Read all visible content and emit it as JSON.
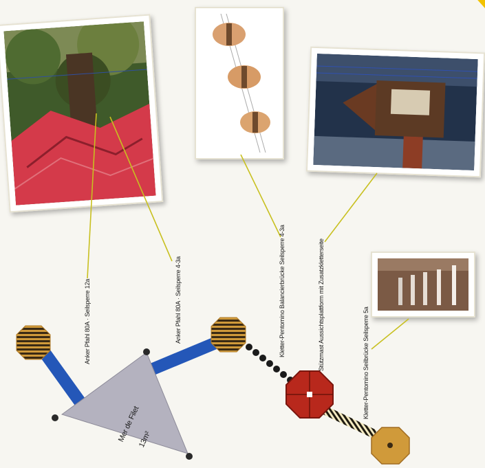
{
  "labels": {
    "rope_a": "Anker Pfahl 80A · Seilsperre 12a",
    "rope_b": "Anker Pfahl 80A · Seilsperre 4-3a",
    "wobble_net": "Kletter-Pentomino Balancierbrücke Seilsperre 4-3a",
    "house": "Stützmast Aussichtsplattform mit Zusatzkletterseite",
    "ladder_net": "Kletter-Pentomino Seilbrücke Seilsperre 5a",
    "net_name": "Mer de Filet",
    "net_area": "13m²"
  },
  "colors": {
    "accent_red": "#b8281c",
    "rope_blue": "#2457b8",
    "net_gray": "#b4b2bf",
    "wood": "#d09a3a",
    "leader": "#c8c020"
  }
}
